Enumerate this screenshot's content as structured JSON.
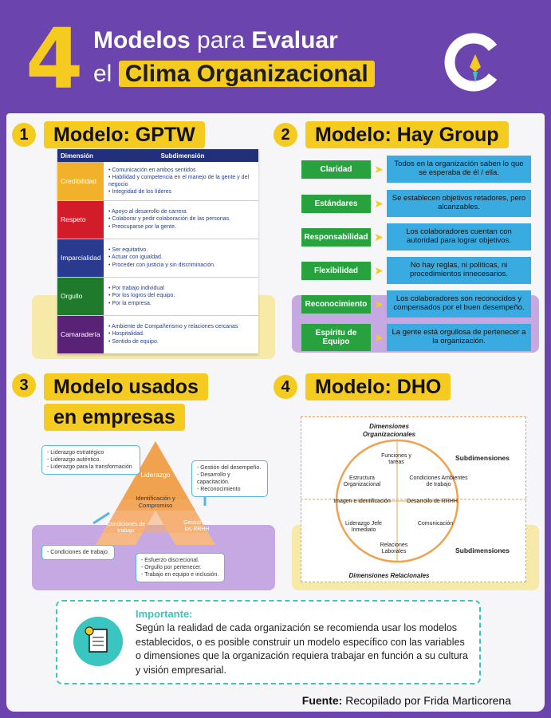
{
  "header": {
    "number": "4",
    "line1_bold": "Modelos",
    "line1_rest": " para ",
    "line1_bold2": "Evaluar",
    "line2_pre": "el ",
    "line2_hl": "Clima Organizacional"
  },
  "colors": {
    "purple": "#6b44ad",
    "yellow": "#f4cb1e",
    "green": "#27a23f",
    "blue": "#3aabe0"
  },
  "sections": {
    "s1_num": "1",
    "s1_title": "Modelo: GPTW",
    "s2_num": "2",
    "s2_title": "Modelo: Hay Group",
    "s3_num": "3",
    "s3_title_a": "Modelo usados",
    "s3_title_b": "en empresas",
    "s4_num": "4",
    "s4_title": "Modelo: DHO"
  },
  "gptw": {
    "col1": "Dimensión",
    "col2": "Subdimensión",
    "rows": [
      {
        "dim": "Credibilidad",
        "color": "#f2b12b",
        "items": [
          "Comunicación en ambos sentidos",
          "Habilidad y competencia en el manejo de la gente y del negocio",
          "Integridad de los líderes"
        ]
      },
      {
        "dim": "Respeto",
        "color": "#d31c2a",
        "items": [
          "Apoyo al desarrollo de carrera",
          "Colaborar y pedir colaboración de las personas.",
          "Preocuparse por la gente."
        ]
      },
      {
        "dim": "Imparcialidad",
        "color": "#2a3a8f",
        "items": [
          "Ser equitativo.",
          "Actuar con igualdad.",
          "Proceder con justicia y sin discriminación."
        ]
      },
      {
        "dim": "Orgullo",
        "color": "#1f7a2c",
        "items": [
          "Por trabajo individual",
          "Por los logros del equipo.",
          "Por la empresa."
        ]
      },
      {
        "dim": "Camaradería",
        "color": "#5a2277",
        "items": [
          "Ambiente de Compañerismo y relaciones cercanas",
          "Hospitalidad.",
          "Sentido de equipo."
        ]
      }
    ]
  },
  "hay": [
    {
      "label": "Claridad",
      "desc": "Todos en la organización saben lo que se esperaba de él / ella."
    },
    {
      "label": "Estándares",
      "desc": "Se establecen objetivos retadores, pero alcanzables."
    },
    {
      "label": "Responsabilidad",
      "desc": "Los colaboradores cuentan con autoridad para lograr objetivos."
    },
    {
      "label": "Flexibilidad",
      "desc": "No hay reglas, ni políticas, ni procedimientos innecesarios."
    },
    {
      "label": "Reconocimiento",
      "desc": "Los colaboradores son reconocidos y compensados por el buen desempeño."
    },
    {
      "label": "Espíritu de Equipo",
      "desc": "La gente está orgullosa de pertenecer a la organización."
    }
  ],
  "empresas": {
    "top": "Liderazgo",
    "center": "Identificación y Compromiso",
    "left": "Condiciones de trabajo",
    "right": "Gestión de los RRHH",
    "box1": [
      "- Liderazgo estratégico",
      "- Liderazgo  auténtico.",
      "- Liderazgo para la transformación"
    ],
    "box2": [
      "- Gestión del desempeño.",
      "- Desarrollo y capacitación.",
      "- Reconocimiento"
    ],
    "box3": [
      "- Condiciones de trabajo."
    ],
    "box4": [
      "- Esfuerzo discrecional.",
      "- Orgullo por pertenecer.",
      "- Trabajo en equipo e inclusión."
    ]
  },
  "dho": {
    "top_label": "Dimensiones Organizacionales",
    "bottom_label": "Dimensiones Relacionales",
    "side1": "Subdimensiones",
    "side2": "Subdimensiones",
    "items": [
      "Funciones y tareas",
      "Estructura Organizacional",
      "Condiciones Ambientes de trabajo",
      "Imagen e identificación",
      "Desarrollo de RRHH",
      "Liderazgo Jefe Inmediato",
      "Comunicación",
      "Relaciones Laborales"
    ]
  },
  "important": {
    "title": "Importante:",
    "text": "Según la realidad de cada organización se recomienda usar los modelos establecidos, o es posible construir un modelo específico con las variables o dimensiones que la organización requiera trabajar en función a su cultura y visión empresarial."
  },
  "footer": {
    "label": "Fuente:",
    "text": " Recopilado por Frida Marticorena"
  }
}
